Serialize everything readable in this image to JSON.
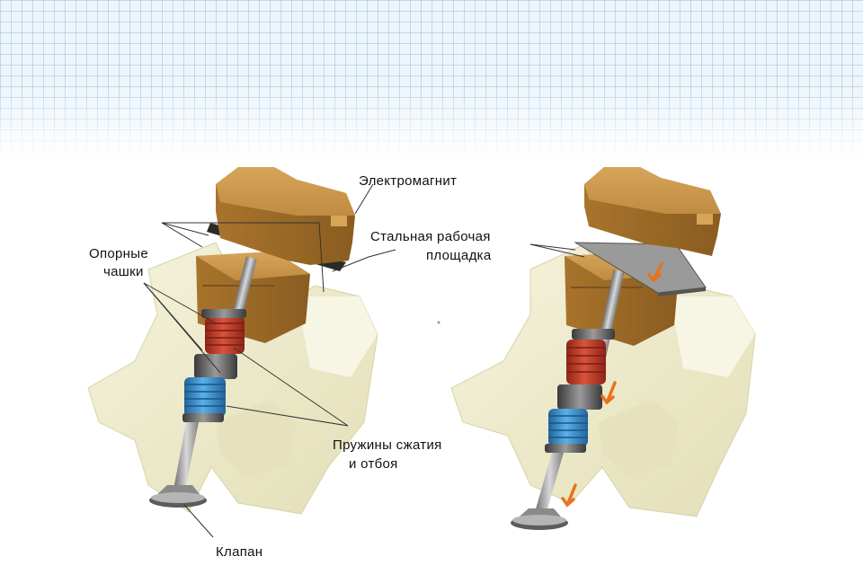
{
  "labels": {
    "electromagnet": "Электромагнит",
    "plate_line1": "Стальная рабочая",
    "plate_line2": "площадка",
    "cups_line1": "Опорные",
    "cups_line2": "чашки",
    "springs_line1": "Пружины сжатия",
    "springs_line2": "и отбоя",
    "valve": "Клапан"
  },
  "colors": {
    "head_cream": "#efeccb",
    "magnet": "#b8843c",
    "spring_red": "#c8402e",
    "spring_blue": "#3d90cf",
    "arrow": "#e8731c",
    "plate": "#9a9a9a"
  }
}
